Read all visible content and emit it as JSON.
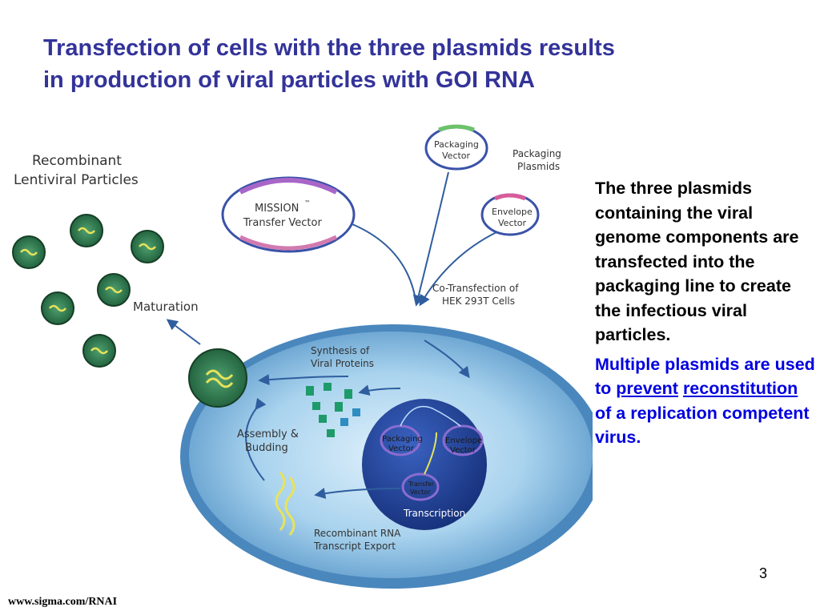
{
  "title": {
    "line1": "Transfection of cells with the three plasmids results",
    "line2": "in production of viral particles with GOI RNA"
  },
  "diagram": {
    "recombinant_label_1": "Recombinant",
    "recombinant_label_2": "Lentiviral Particles",
    "maturation": "Maturation",
    "mission_1": "MISSION",
    "mission_tm": "™",
    "mission_2": "Transfer Vector",
    "packaging_vector_1": "Packaging",
    "packaging_vector_2": "Vector",
    "packaging_plasmids_1": "Packaging",
    "packaging_plasmids_2": "Plasmids",
    "envelope_vector_1": "Envelope",
    "envelope_vector_2": "Vector",
    "cotransfection_1": "Co-Transfection of",
    "cotransfection_2": "HEK 293T Cells",
    "synthesis_1": "Synthesis of",
    "synthesis_2": "Viral Proteins",
    "assembly_1": "Assembly &",
    "assembly_2": "Budding",
    "transfer_vector_1": "Transfer",
    "transfer_vector_2": "Vector",
    "transcription": "Transcription",
    "export_1": "Recombinant RNA",
    "export_2": "Transcript Export"
  },
  "side": {
    "p1": "The three plasmids containing the viral genome components are transfected into the packaging line to create the infectious viral particles.",
    "p2_a": "Multiple plasmids are used to ",
    "p2_link1": "prevent",
    "p2_b": " ",
    "p2_link2": "reconstitution",
    "p2_c": " of a replication competent virus."
  },
  "page_number": "3",
  "footer": "www.sigma.com/RNAI",
  "colors": {
    "title": "#33339a",
    "highlight_text": "#0000e0",
    "cell_outer": "#7ab3d9",
    "nucleus": "#1f3f99",
    "virus": "#2a7a4e",
    "arrow": "#2f5d9e"
  }
}
